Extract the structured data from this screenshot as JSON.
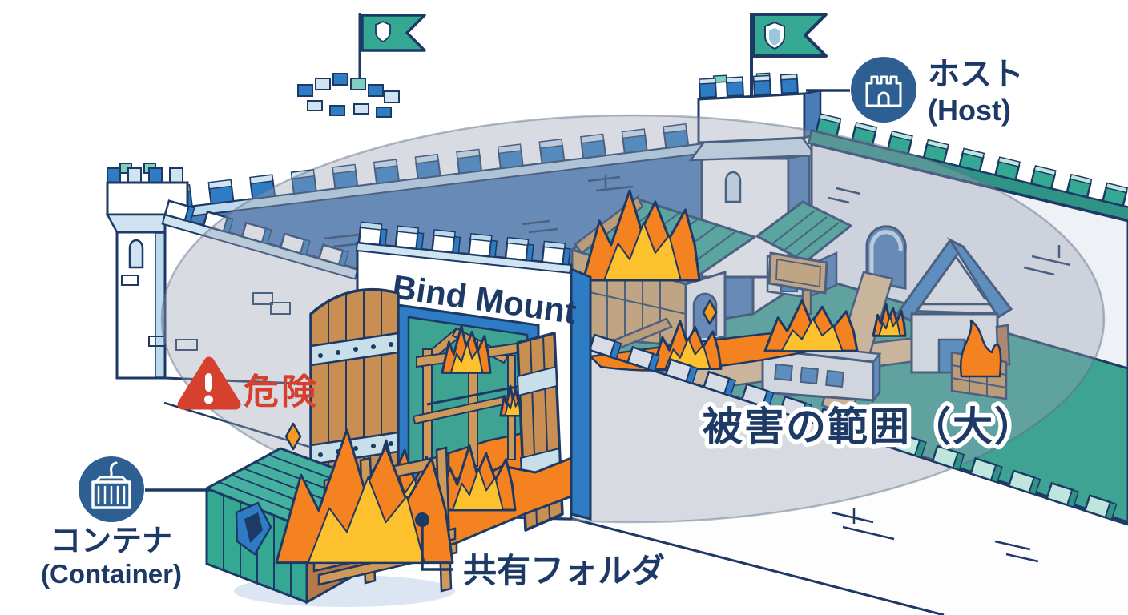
{
  "labels": {
    "gate": "Bind Mount",
    "danger": "危険",
    "shared_folder": "共有フォルダ",
    "damage_scope": "被害の範囲（大）",
    "host": {
      "jp": "ホスト",
      "en": "(Host)"
    },
    "container": {
      "jp": "コンテナ",
      "en": "(Container)"
    }
  },
  "icons": {
    "host_badge": "castle-icon",
    "container_badge": "container-icon",
    "danger_badge": "warning-triangle-icon",
    "flags": "shield-flag-icon"
  },
  "colors": {
    "outline": "#1d3965",
    "inner_wall_blue": "#4a7cb8",
    "accent_blue": "#2e7cc4",
    "light_blue": "#cfe4f0",
    "teal": "#35a894",
    "courtyard": "#3ea393",
    "wood": "#c98e52",
    "wood_light": "#d9a96a",
    "fire_orange": "#f58220",
    "fire_yellow": "#fdc12e",
    "danger_red": "#d6402e",
    "badge_navy": "#2d5f92",
    "overlay_gray": "#98a0b4",
    "path_tan": "#e5c28e"
  }
}
